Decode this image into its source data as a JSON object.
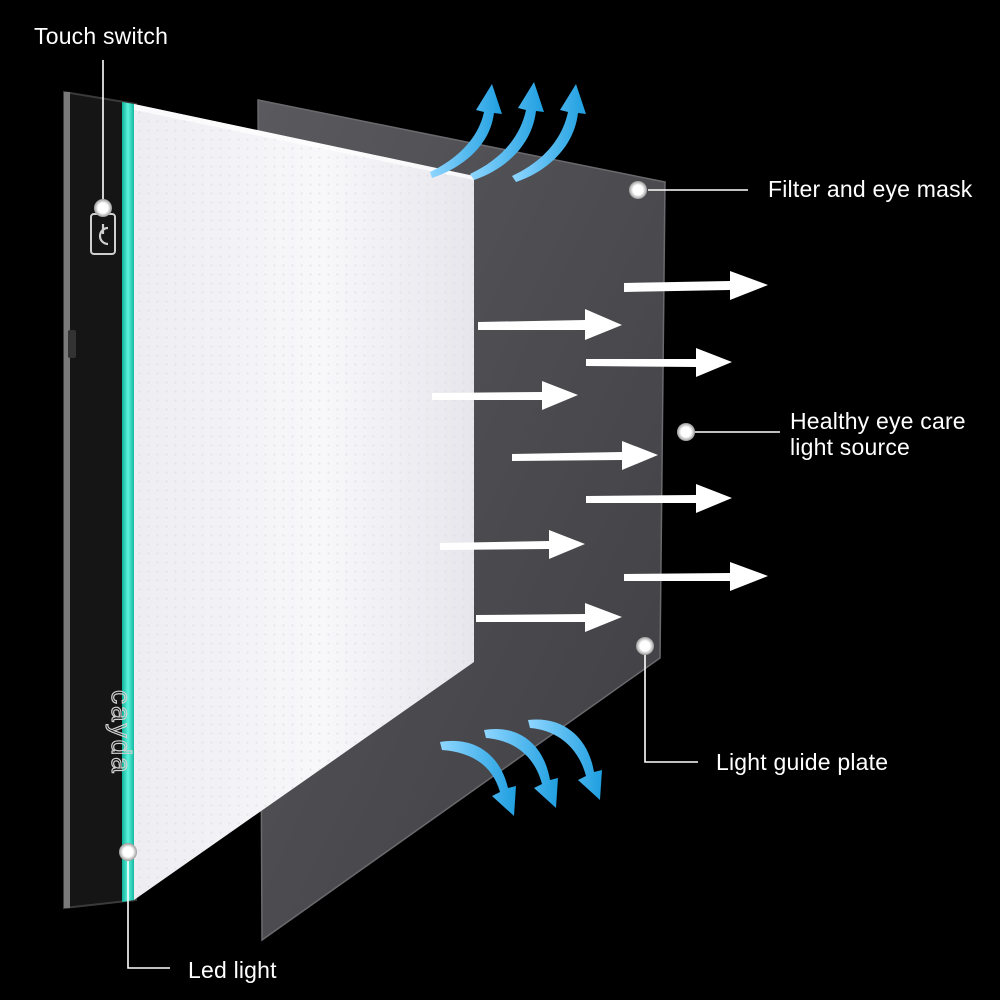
{
  "labels": {
    "touch_switch": "Touch switch",
    "filter_eye_mask": "Filter and eye mask",
    "healthy_eye_care_line1": "Healthy eye care",
    "healthy_eye_care_line2": "light source",
    "light_guide_plate": "Light guide plate",
    "led_light": "Led light"
  },
  "brand": {
    "logo_text": "cayda"
  },
  "icons": {
    "power_button": "power-icon",
    "heat_arrows": "curved-arrow-icon",
    "light_arrows": "right-arrow-icon"
  },
  "colors": {
    "background": "#000000",
    "led_strip": "#2ee6c8",
    "heat_arrow": "#2aa8e6",
    "light_arrow": "#ffffff",
    "text": "#ffffff"
  }
}
